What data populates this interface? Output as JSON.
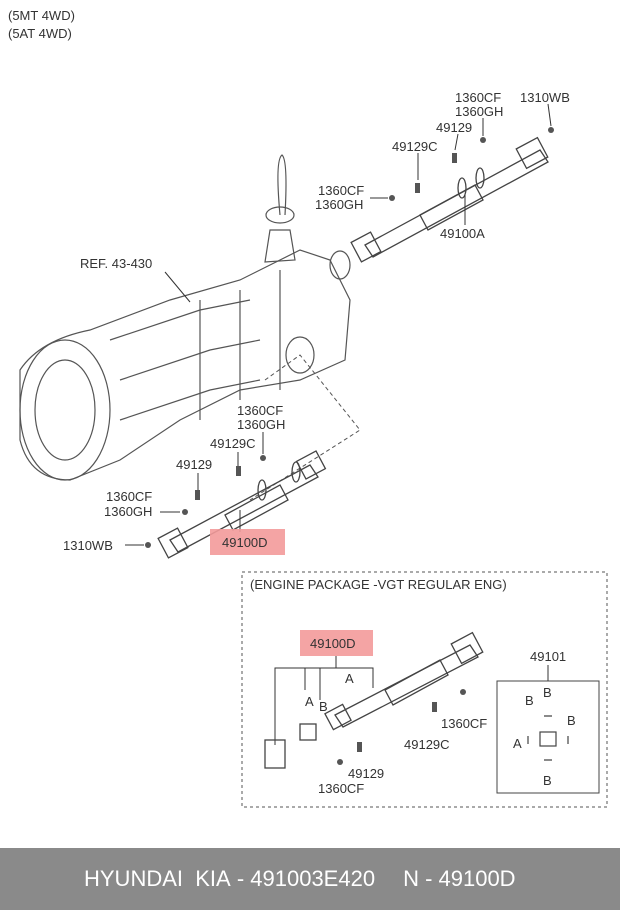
{
  "header": {
    "line1": "(5MT 4WD)",
    "line2": "(5AT 4WD)"
  },
  "ref_label": "REF. 43-430",
  "top_shaft": {
    "l_1360cf": "1360CF",
    "l_1360gh": "1360GH",
    "l_1310wb": "1310WB",
    "l_49129": "49129",
    "l_49129c": "49129C",
    "l_1360cf_b": "1360CF",
    "l_1360gh_b": "1360GH",
    "l_49100a": "49100A"
  },
  "rear_shaft": {
    "l_1360cf": "1360CF",
    "l_1360gh": "1360GH",
    "l_49129c": "49129C",
    "l_49129": "49129",
    "l_1360cf_b": "1360CF",
    "l_1360gh_b": "1360GH",
    "l_1310wb": "1310WB",
    "l_49100d": "49100D"
  },
  "engine_box": {
    "title": "(ENGINE PACKAGE -VGT REGULAR ENG)",
    "l_49100d": "49100D",
    "l_a_top": "A",
    "l_a_left": "A",
    "l_b_left": "B",
    "l_1360cf_r": "1360CF",
    "l_49129c": "49129C",
    "l_49129": "49129",
    "l_1360cf_b": "1360CF"
  },
  "inset": {
    "title": "49101",
    "b1": "B",
    "b2": "B",
    "b3": "B",
    "b4": "B",
    "a": "A"
  },
  "footer": {
    "brand": "HYUNDAI  KIA",
    "part_no": "491003E420",
    "ref": "N - 49100D",
    "sep": " - "
  }
}
